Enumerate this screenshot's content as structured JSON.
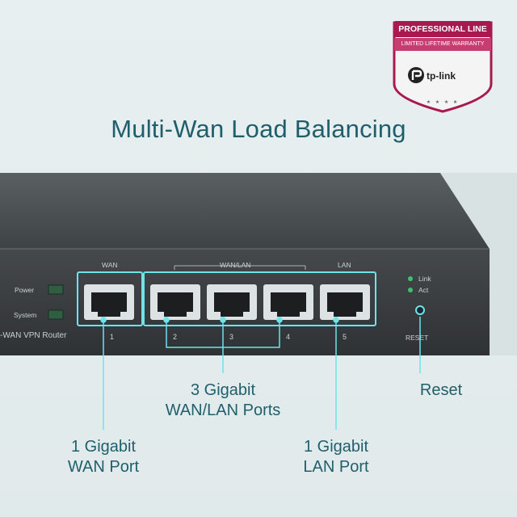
{
  "headline": "Multi-Wan Load Balancing",
  "badge": {
    "line1": "PROFESSIONAL LINE",
    "line2": "LIMITED LIFETIME WARRANTY",
    "brand": "tp-link",
    "stars": "★ ★ ★ ★"
  },
  "device": {
    "model_label": "-WAN VPN Router",
    "led_power": "Power",
    "led_system": "System",
    "group_wan": "WAN",
    "group_wanlan": "WAN/LAN",
    "group_lan": "LAN",
    "port_numbers": [
      "1",
      "2",
      "3",
      "4",
      "5"
    ],
    "link_label": "Link",
    "act_label": "Act",
    "reset_label": "RESET"
  },
  "callouts": {
    "wan_line1": "1 Gigabit",
    "wan_line2": "WAN Port",
    "wanlan_line1": "3 Gigabit",
    "wanlan_line2": "WAN/LAN Ports",
    "lan_line1": "1 Gigabit",
    "lan_line2": "LAN Port",
    "reset": "Reset"
  },
  "colors": {
    "accent": "#1f5f6b",
    "callout_line": "#6fe3ea",
    "device_body": "#3b4042",
    "badge_red": "#a8194f"
  }
}
